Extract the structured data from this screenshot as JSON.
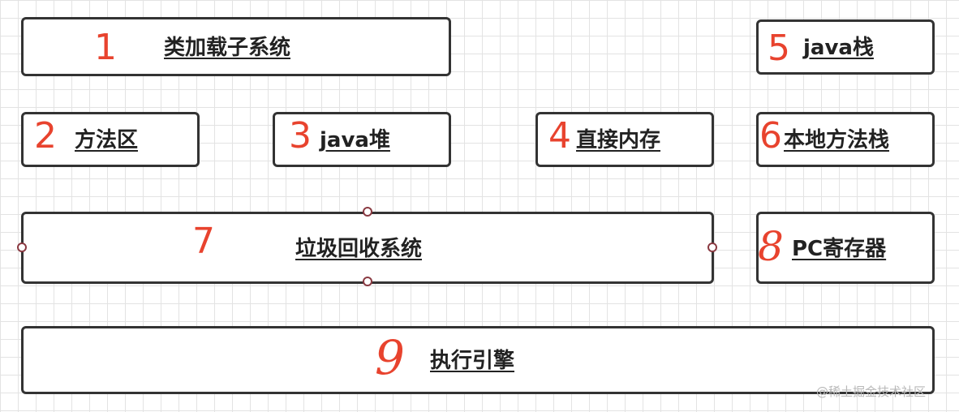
{
  "diagram": {
    "boxes": [
      {
        "number": "1",
        "label": "类加载子系统"
      },
      {
        "number": "2",
        "label": "方法区"
      },
      {
        "number": "3",
        "label": "java堆"
      },
      {
        "number": "4",
        "label": "直接内存"
      },
      {
        "number": "5",
        "label": "java栈"
      },
      {
        "number": "6",
        "label": "本地方法栈"
      },
      {
        "number": "7",
        "label": "垃圾回收系统"
      },
      {
        "number": "8",
        "label": "PC寄存器"
      },
      {
        "number": "9",
        "label": "执行引擎"
      }
    ]
  },
  "watermark": "@稀土掘金技术社区",
  "colors": {
    "number_color": "#e8432e",
    "border_color": "#333333",
    "selection_handle_color": "#8a3a42",
    "grid_color": "#e3e3e3"
  }
}
